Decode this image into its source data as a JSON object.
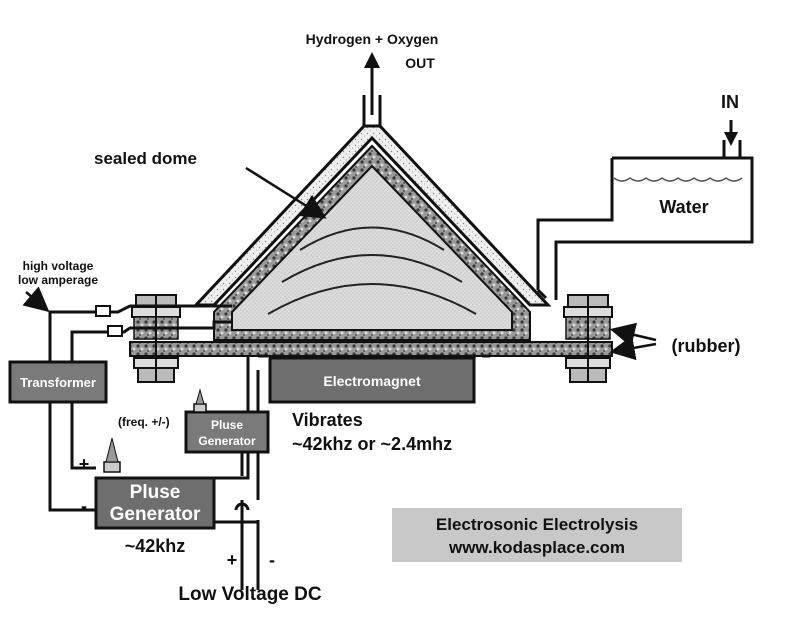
{
  "labels": {
    "output": "Hydrogen + Oxygen",
    "output_out": "OUT",
    "input_in": "IN",
    "dome": "sealed dome",
    "water": "Water",
    "hv_line1": "high voltage",
    "hv_line2": "low amperage",
    "transformer": "Transformer",
    "electromagnet": "Electromagnet",
    "rubber": "(rubber)",
    "vibrates": "Vibrates",
    "frequencies": "~42khz or ~2.4mhz",
    "freq_adjust": "(freq. +/-)",
    "small_gen_line1": "Pluse",
    "small_gen_line2": "Generator",
    "big_gen_line1": "Pluse",
    "big_gen_line2": "Generator",
    "big_gen_freq": "~42khz",
    "plus_upper": "+",
    "minus_upper": "-",
    "plus_lower": "+",
    "minus_lower": "-",
    "dc": "Low Voltage DC",
    "banner_line1": "Electrosonic Electrolysis",
    "banner_line2": "www.kodasplace.com"
  },
  "colors": {
    "line": "#111111",
    "box_dark": "#6e6e6e",
    "box_mid": "#8a8a8a",
    "dome_fill": "#d9d9d9",
    "water_fill": "#ffffff",
    "banner": "#c8c8c8"
  }
}
